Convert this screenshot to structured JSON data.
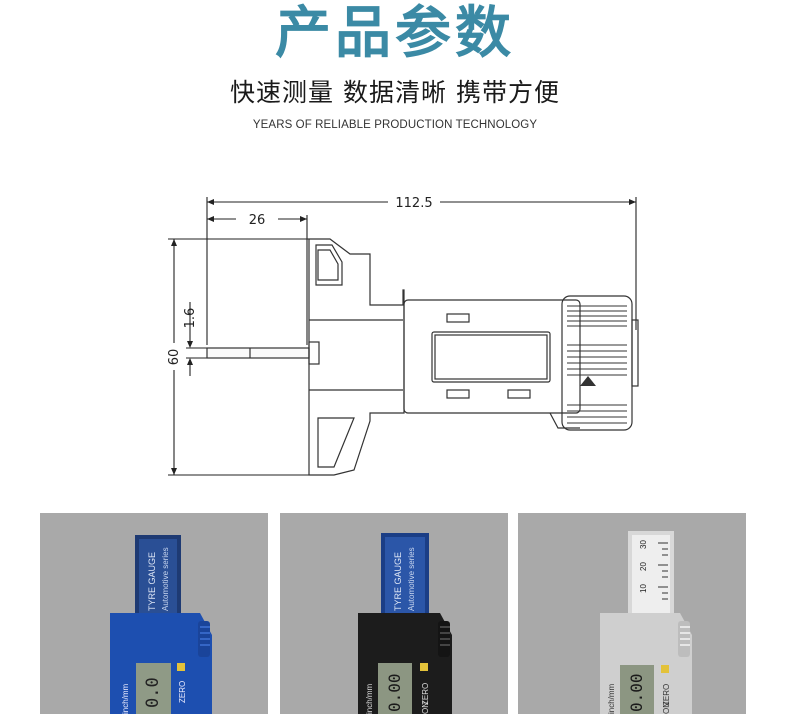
{
  "header": {
    "title": "产品参数",
    "subtitle": "快速测量 数据清晰 携带方便",
    "tagline": "YEARS OF RELIABLE PRODUCTION TECHNOLOGY"
  },
  "drawing": {
    "dim_total_length": "112.5",
    "dim_probe_offset": "26",
    "dim_probe_thickness": "1.6",
    "dim_height": "60"
  },
  "photos": {
    "blue": {
      "body_color": "#1d4fb0",
      "text": "TYRE GAUGE",
      "series": "Automotive series",
      "unit": "inch/mm",
      "mode": "ZERO",
      "display": "0.0"
    },
    "black": {
      "body_color": "#1c1c1c",
      "text": "TYRE GAUGE",
      "series": "Automotive series",
      "unit": "inch/mm",
      "mode": "ZERO",
      "on": "ON",
      "display": "0.00"
    },
    "silver": {
      "body_color": "#cfcfcf",
      "unit": "inch/mm",
      "mode": "ZERO",
      "on": "ON",
      "display": "0.00",
      "scale": [
        "30",
        "20",
        "10"
      ]
    }
  }
}
